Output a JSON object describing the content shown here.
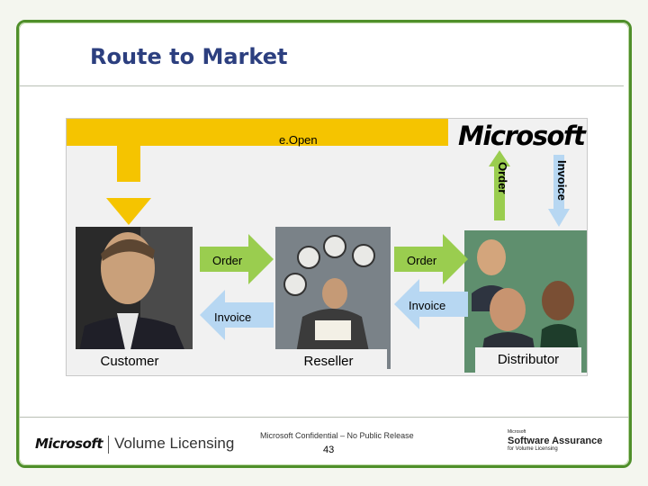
{
  "slide": {
    "title": "Route to Market"
  },
  "diagram": {
    "eopen_label": "e.Open",
    "microsoft_logo": "Microsoft",
    "vertical_order_label": "Order",
    "vertical_invoice_label": "Invoice",
    "order_left_label": "Order",
    "invoice_left_label": "Invoice",
    "order_right_label": "Order",
    "invoice_right_label": "Invoice",
    "customer_label": "Customer",
    "reseller_label": "Reseller",
    "distributor_label": "Distributor"
  },
  "footer": {
    "brand_ms": "Microsoft",
    "brand_text": "Volume Licensing",
    "confidential": "Microsoft Confidential – No Public Release",
    "page_number": "43",
    "sa_small": "Microsoft",
    "sa_main": "Software Assurance",
    "sa_sub": "for Volume Licensing"
  },
  "colors": {
    "accent_green": "#4f8f2a",
    "arrow_green": "#9acd4f",
    "arrow_blue": "#b7d7f2",
    "eopen_yellow": "#f5c400",
    "title_blue": "#2c3f7f"
  }
}
